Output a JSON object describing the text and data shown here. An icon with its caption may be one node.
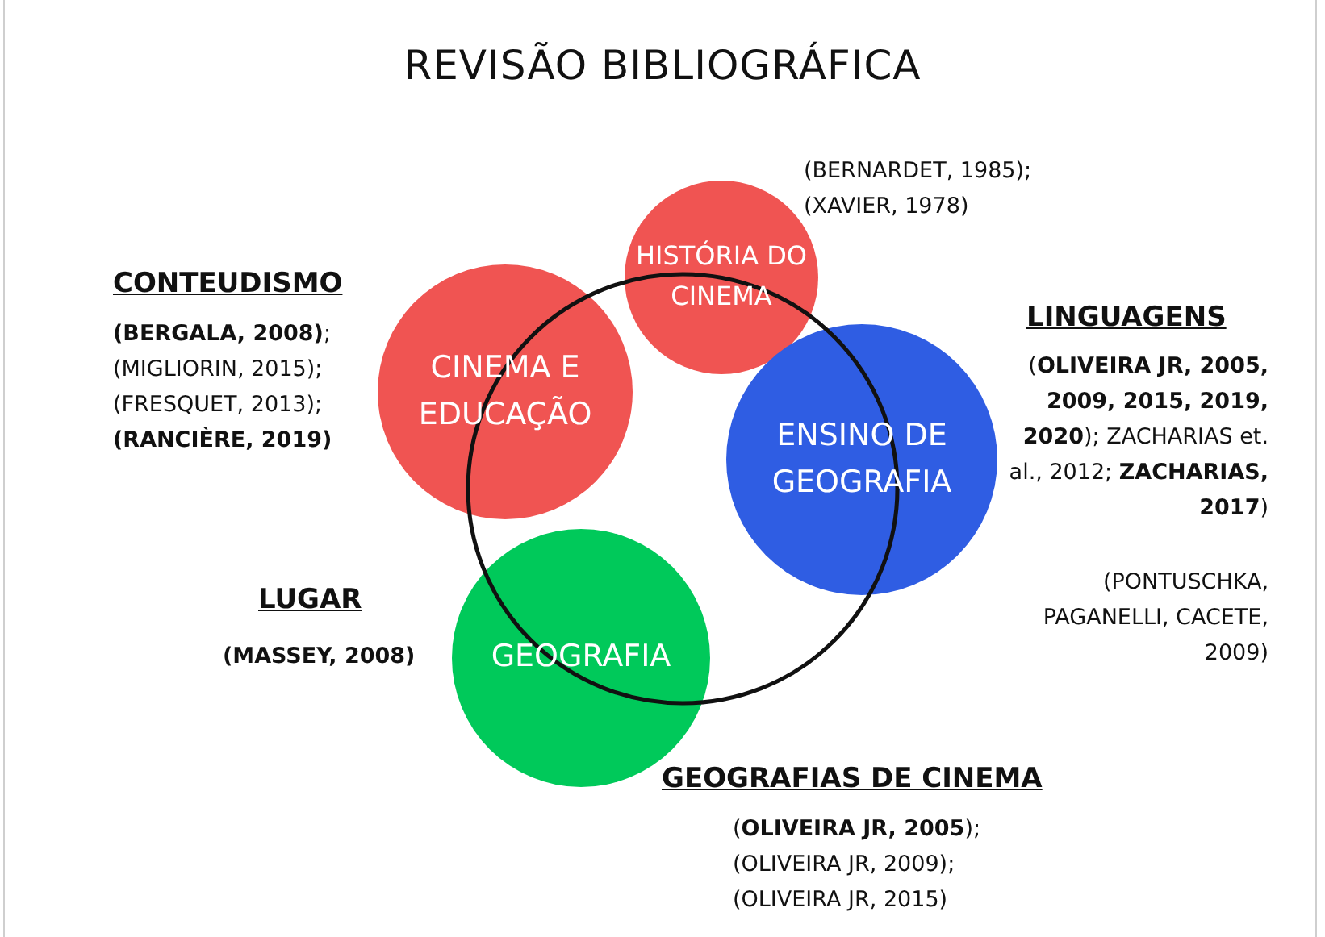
{
  "diagram": {
    "title": "REVISÃO BIBLIOGRÁFICA",
    "nodes": [
      {
        "text": [],
        "shape": "circle"
      },
      {
        "text": [
          "HISTÓRIA DO CINEMA"
        ]
      },
      {
        "text": [
          "CINEMA E EDUCAÇÃO"
        ]
      },
      {
        "text": [
          "ENSINO DE GEOGRAFIA"
        ]
      },
      {
        "text": [
          "GEOGRAFIA"
        ]
      }
    ],
    "labels": [
      "(BERNARDET, 1985);",
      "(XAVIER, 1978)",
      "CONTEUDISMO",
      "**(BERGALA, 2008)**;",
      "(MIGLIORIN, 2015);",
      "(FRESQUET, 2013);",
      "(RANCIÈRE, 2019)",
      "LINGUAGENS",
      "(**OLIVEIRA JR, 2005, 2009, 2015, 2019, 2020**); ZACHARIAS et. al., 2012; **ZACHARIAS, 2017**)",
      "(PONTUSCHKA, PAGANELLI, CACETE, 2009)",
      "LUGAR",
      "(MASSEY, 2008)",
      "GEOGRAFIAS DE CINEMA",
      "(**OLIVEIRA JR, 2005**);",
      "(OLIVEIRA JR, 2009);",
      "(OLIVEIRA JR, 2015)"
    ]
  }
}
